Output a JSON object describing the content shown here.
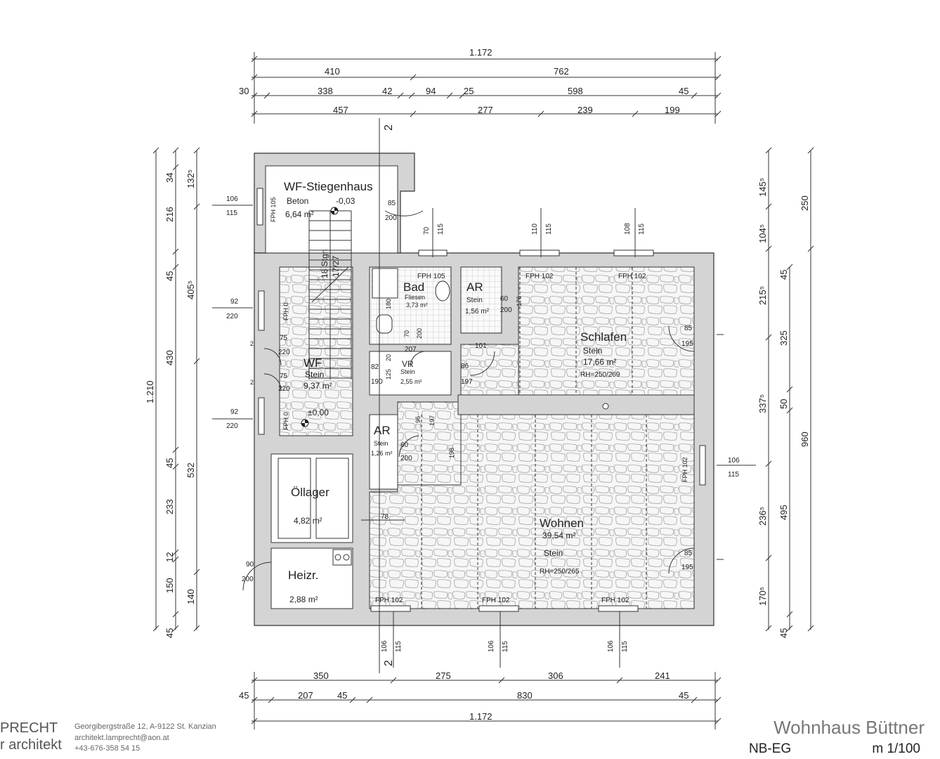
{
  "dims": {
    "top_total": "1.172",
    "top_row2": [
      "410",
      "762"
    ],
    "top_row3": [
      "30",
      "338",
      "42",
      "94",
      "25",
      "598",
      "45"
    ],
    "top_row4": [
      "457",
      "277",
      "239",
      "199"
    ],
    "bottom_row1": [
      "350",
      "275",
      "306",
      "241"
    ],
    "bottom_row2": [
      "45",
      "207",
      "45",
      "830",
      "45"
    ],
    "bottom_total": "1.172",
    "left_total": "1.210",
    "left_col2": [
      "34",
      "216",
      "45",
      "430",
      "45",
      "233",
      "12",
      "150",
      "45"
    ],
    "left_col3": [
      "132⁵",
      "405⁵",
      "532",
      "140"
    ],
    "right_col1": [
      "145⁵",
      "104⁵",
      "215⁵",
      "337⁵",
      "236⁵",
      "170⁵"
    ],
    "right_col2": [
      "45",
      "325",
      "50",
      "495",
      "45"
    ],
    "right_col3": [
      "250",
      "960"
    ],
    "section_mark": "2"
  },
  "rooms": {
    "stiegenhaus": {
      "name": "WF-Stiegenhaus",
      "material": "Beton",
      "area": "6,64 m²",
      "level": "-0,03"
    },
    "bad": {
      "name": "Bad",
      "material": "Fliesen",
      "area": "3,73 m²"
    },
    "ar1": {
      "name": "AR",
      "material": "Stein",
      "area": "1,56 m²"
    },
    "schlafen": {
      "name": "Schlafen",
      "material": "Stein",
      "area": "17,66 m²",
      "rh": "RH=250/269"
    },
    "wf": {
      "name": "WF",
      "material": "Stein",
      "area": "9,37 m²",
      "level": "±0,00"
    },
    "vr": {
      "name": "VR",
      "material": "Stein",
      "area": "2,55 m²"
    },
    "ar2": {
      "name": "AR",
      "material": "Stein",
      "area": "1,26 m²"
    },
    "oellager": {
      "name": "Öllager",
      "area": "4,82 m²"
    },
    "wohnen": {
      "name": "Wohnen",
      "area": "39,54 m²",
      "material": "Stein",
      "rh": "RH=250/265"
    },
    "heizr": {
      "name": "Heizr.",
      "area": "2,88 m²"
    }
  },
  "stairs": {
    "label1": "18 Stgn",
    "label2": "17/27"
  },
  "openings": {
    "fph105": "FPH 105",
    "fph102": "FPH 102",
    "fph0": "FPH 0",
    "d106_115": [
      "106",
      "115"
    ],
    "d92_220": [
      "92",
      "220"
    ],
    "d75_220": [
      "75",
      "220"
    ],
    "d85_200": [
      "85",
      "200"
    ],
    "d85_195": [
      "85",
      "195"
    ],
    "d90_200": [
      "90",
      "200"
    ],
    "d60_200": [
      "60",
      "200"
    ],
    "d86_197": [
      "86",
      "197"
    ],
    "w70_115": [
      "70",
      "115"
    ],
    "w110_115": [
      "110",
      "115"
    ],
    "w108_115": [
      "108",
      "115"
    ],
    "misc": [
      "180",
      "70",
      "200",
      "207",
      "101",
      "82",
      "125",
      "20",
      "190",
      "96",
      "197",
      "198",
      "78",
      "176",
      "2"
    ]
  },
  "footer": {
    "firm_line1": "PRECHT",
    "firm_line2": "r architekt",
    "address": "Georgibergstraße 12, A-9122 St. Kanzian",
    "email": "architekt.lamprecht@aon.at",
    "phone": "+43-676-358 54 15",
    "project": "Wohnhaus Büttner",
    "floor": "NB-EG",
    "scale": "m 1/100"
  },
  "colors": {
    "wall": "#d4d4d4",
    "line": "#333333",
    "stone": "#8a8a8a"
  }
}
